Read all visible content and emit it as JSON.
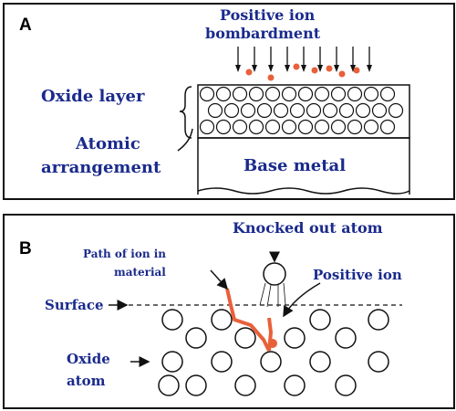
{
  "panel_a": {
    "label": "A",
    "ion_label_line1": "Positive ion",
    "ion_label_line2": "bombardment",
    "oxide_label": "Oxide layer",
    "atomic_line1": "Atomic",
    "atomic_line2": "arrangement",
    "base_label": "Base metal"
  },
  "panel_b": {
    "label": "B",
    "knocked_label": "Knocked out atom",
    "path_line1": "Path of ion in",
    "path_line2": "material",
    "positive_ion_label": "Positive ion",
    "surface_label": "Surface",
    "oxide_atom_line1": "Oxide",
    "oxide_atom_line2": "atom"
  },
  "colors": {
    "label_text": "#1a2a8c",
    "ion": "#e8603a",
    "outline": "#111111"
  }
}
